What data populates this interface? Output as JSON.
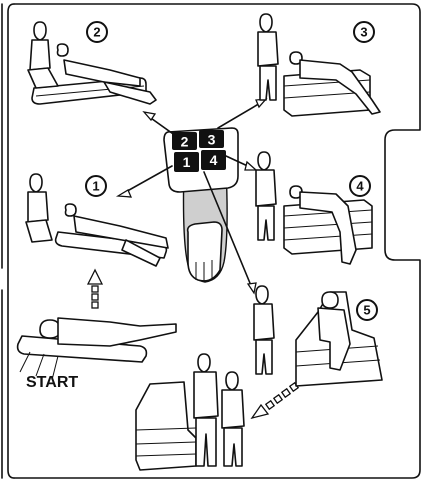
{
  "steps": [
    {
      "number": "1"
    },
    {
      "number": "2"
    },
    {
      "number": "3"
    },
    {
      "number": "4"
    },
    {
      "number": "5"
    }
  ],
  "remote": {
    "buttons": [
      "2",
      "3",
      "1",
      "4"
    ]
  },
  "start_label": "START"
}
